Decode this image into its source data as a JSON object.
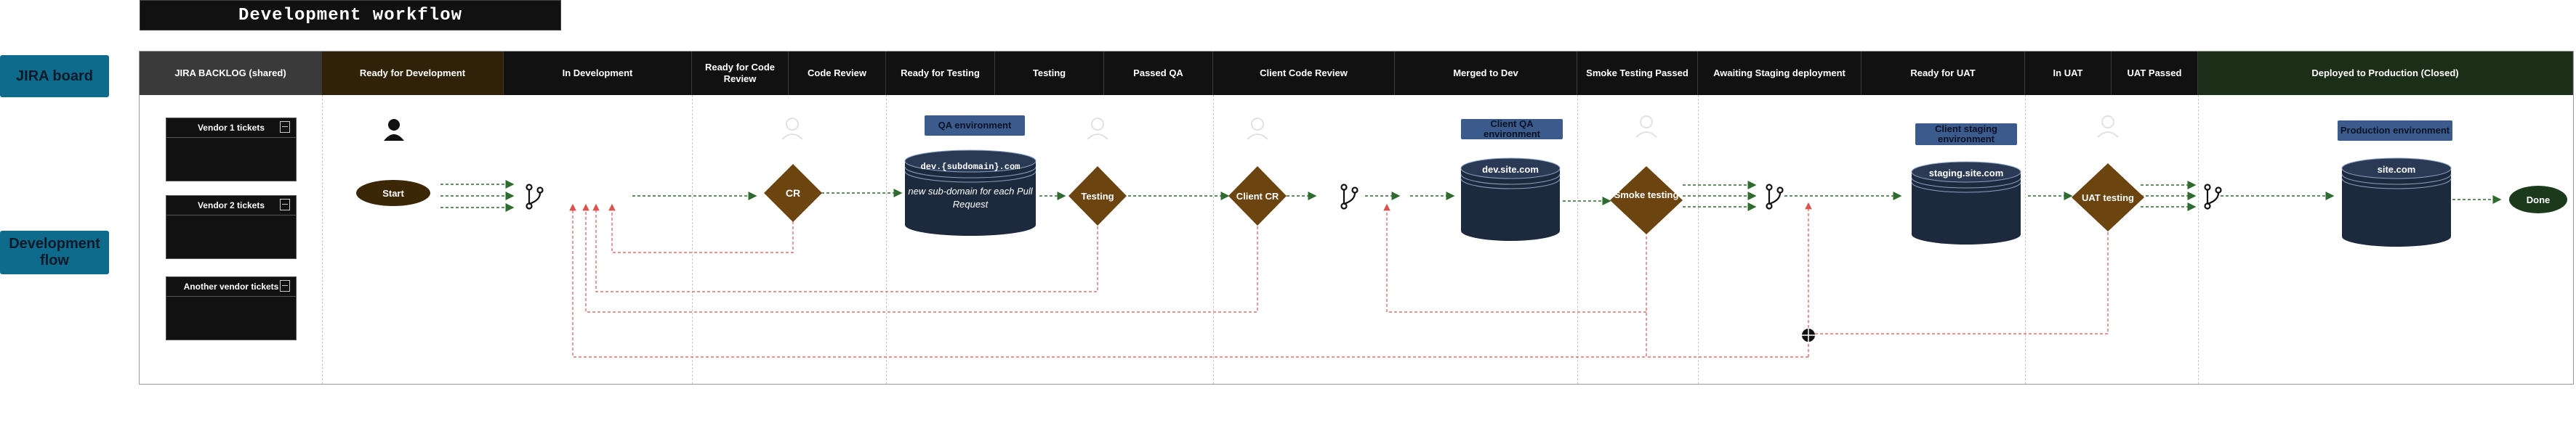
{
  "title": "Development workflow",
  "side_labels": {
    "jira": "JIRA board",
    "dev": "Development flow"
  },
  "columns": [
    {
      "label": "JIRA BACKLOG (shared)",
      "color": "#3a3a3a"
    },
    {
      "label": "Ready for Development",
      "color": "#2f2208"
    },
    {
      "label": "In Development",
      "color": "#111111"
    },
    {
      "label": "Ready for Code Review",
      "color": "#111111"
    },
    {
      "label": "Code Review",
      "color": "#111111"
    },
    {
      "label": "Ready for Testing",
      "color": "#111111"
    },
    {
      "label": "Testing",
      "color": "#111111"
    },
    {
      "label": "Passed QA",
      "color": "#111111"
    },
    {
      "label": "Client Code Review",
      "color": "#111111"
    },
    {
      "label": "Merged to Dev",
      "color": "#111111"
    },
    {
      "label": "Smoke Testing Passed",
      "color": "#111111"
    },
    {
      "label": "Awaiting Staging deployment",
      "color": "#111111"
    },
    {
      "label": "Ready for UAT",
      "color": "#111111"
    },
    {
      "label": "In UAT",
      "color": "#111111"
    },
    {
      "label": "UAT Passed",
      "color": "#111111"
    },
    {
      "label": "Deployed to Production (Closed)",
      "color": "#1c2e18"
    }
  ],
  "vendors": [
    "Vendor 1 tickets",
    "Vendor 2 tickets",
    "Another vendor tickets"
  ],
  "nodes": {
    "start": "Start",
    "cr": "CR",
    "testing": "Testing",
    "client_cr": "Client CR",
    "smoke": "Smoke testing",
    "uat": "UAT testing",
    "done": "Done"
  },
  "databases": {
    "qa_title": "dev.{subdomain}.com",
    "qa_note": "new sub-domain for each Pull Request",
    "dev": "dev.site.com",
    "staging": "staging.site.com",
    "prod": "site.com"
  },
  "environments": {
    "qa": "QA environment",
    "client_qa": "Client QA environment",
    "staging": "Client staging environment",
    "prod": "Production environment"
  },
  "colors": {
    "node": "#6b4410",
    "db": "#1d2a3e",
    "forward_arrow": "#2f6b2f",
    "return_arrow": "#d9534f",
    "header_dark": "#111111"
  }
}
